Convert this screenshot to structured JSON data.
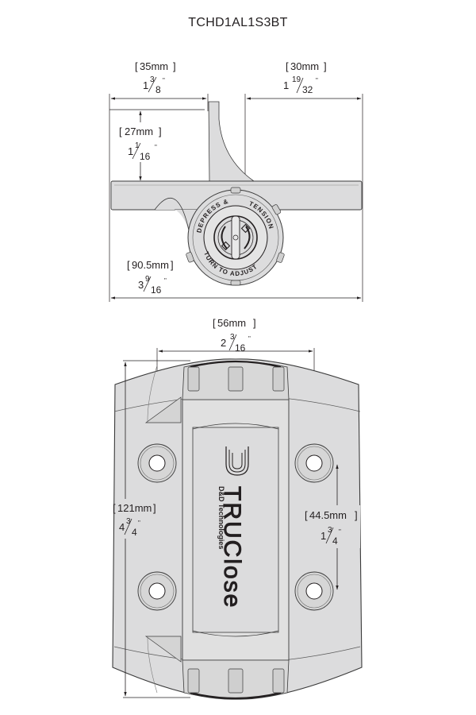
{
  "title": "TCHD1AL1S3BT",
  "colors": {
    "body_fill": "#dcdcdd",
    "body_stroke": "#3a3a3a",
    "dimension_line": "#231f20",
    "background": "#ffffff"
  },
  "top_view": {
    "dim_left_width": {
      "metric": "35mm",
      "imperial_whole": "1",
      "imperial_num": "3",
      "imperial_den": "8",
      "inch_mark": "\""
    },
    "dim_right_width": {
      "metric": "30mm",
      "imperial_whole": "1",
      "imperial_num": "19",
      "imperial_den": "32",
      "inch_mark": "\""
    },
    "dim_height": {
      "metric": "27mm",
      "imperial_whole": "1",
      "imperial_num": "1",
      "imperial_den": "16",
      "inch_mark": "\""
    },
    "dim_total_width": {
      "metric": "90.5mm",
      "imperial_whole": "3",
      "imperial_num": "9",
      "imperial_den": "16",
      "inch_mark": "\""
    },
    "dial_text_top": "DEPRESS &",
    "dial_text_bottom": "TURN TO ADJUST",
    "dial_text_right": "TENSION"
  },
  "front_view": {
    "dim_hole_spacing_horizontal": {
      "metric": "56mm",
      "imperial_whole": "2",
      "imperial_num": "3",
      "imperial_den": "16",
      "inch_mark": "\""
    },
    "dim_total_height": {
      "metric": "121mm",
      "imperial_whole": "4",
      "imperial_num": "3",
      "imperial_den": "4",
      "inch_mark": "\""
    },
    "dim_hole_spacing_vertical": {
      "metric": "44.5mm",
      "imperial_whole": "1",
      "imperial_num": "3",
      "imperial_den": "4",
      "inch_mark": "\""
    },
    "brand_name": "TRUClose",
    "brand_sub": "D&D Technologies"
  }
}
